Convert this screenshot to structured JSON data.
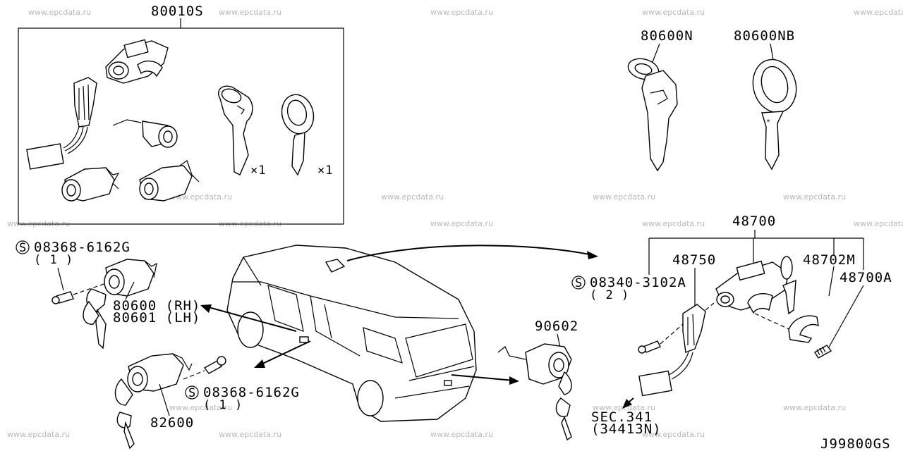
{
  "watermark": "www.epcdata.ru",
  "labels": {
    "kit": "80010S",
    "key_blank": "80600N",
    "key_blank_b": "80600NB",
    "ign_assy": "48700",
    "ign_switch": "48750",
    "ign_mount": "48702M",
    "ign_collar": "48700A",
    "screw_ign_part": "08340-3102A",
    "screw_ign_qty": "( 2 )",
    "door_cyl_rh": "80600 (RH)",
    "door_cyl_lh": "80601 (LH)",
    "screw_door_part": "08368-6162G",
    "screw_door_qty": "( 1 )",
    "screw_slide_part": "08368-6162G",
    "screw_slide_qty": "( 1 )",
    "slide_cyl": "82600",
    "back_door_cyl": "90602",
    "sec_ref": "SEC.341",
    "sec_ref_part": "(34413N)",
    "key_qty_1": "×1",
    "key_qty_2": "×1",
    "drawing_id": "J99800GS",
    "screw_symbol": "S"
  }
}
